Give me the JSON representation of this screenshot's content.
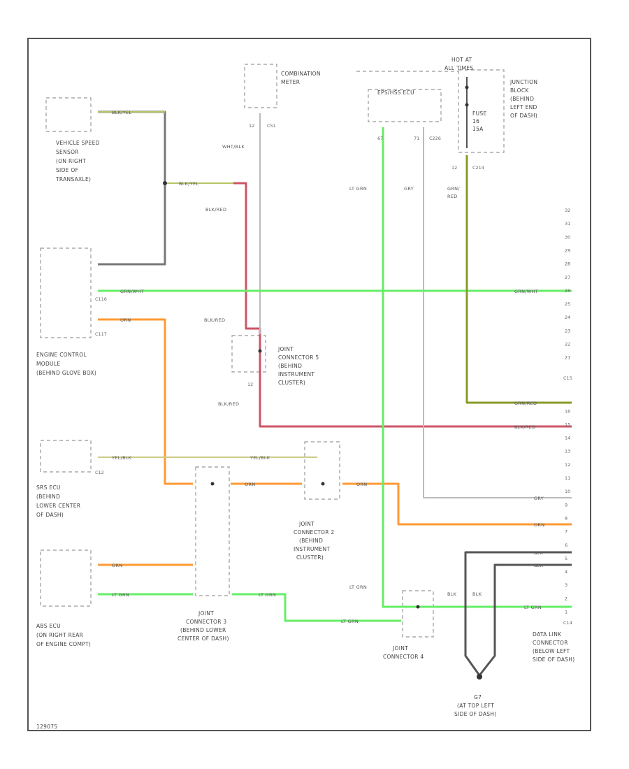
{
  "diagram_code": "129075",
  "components": {
    "vss": [
      "VEHICLE SPEED",
      "SENSOR",
      "(ON RIGHT",
      "SIDE OF",
      "TRANSAXLE)"
    ],
    "ecm": [
      "ENGINE CONTROL",
      "MODULE",
      "(BEHIND GLOVE BOX)"
    ],
    "srs": [
      "SRS ECU",
      "(BEHIND",
      "LOWER CENTER",
      "OF DASH)"
    ],
    "abs": [
      "ABS ECU",
      "(ON RIGHT REAR",
      "OF ENGINE COMPT)"
    ],
    "combination_meter": [
      "COMBINATION",
      "METER"
    ],
    "eps": "EPS/HSS ECU",
    "hot_at_all_times": [
      "HOT AT",
      "ALL TIMES"
    ],
    "junction_block": [
      "JUNCTION",
      "BLOCK",
      "(BEHIND",
      "LEFT END",
      "OF DASH)"
    ],
    "fuse": [
      "FUSE",
      "16",
      "15A"
    ],
    "jc5": [
      "JOINT",
      "CONNECTOR 5",
      "(BEHIND",
      "INSTRUMENT",
      "CLUSTER)"
    ],
    "jc2": [
      "JOINT",
      "CONNECTOR 2",
      "(BEHIND",
      "INSTRUMENT",
      "CLUSTER)"
    ],
    "jc3": [
      "JOINT",
      "CONNECTOR 3",
      "(BEHIND LOWER",
      "CENTER OF DASH)"
    ],
    "jc4": [
      "JOINT",
      "CONNECTOR 4"
    ],
    "dlc": [
      "DATA LINK",
      "CONNECTOR",
      "(BELOW LEFT",
      "SIDE OF DASH)"
    ],
    "ground": [
      "G7",
      "(AT TOP LEFT",
      "SIDE OF DASH)"
    ]
  },
  "connectors": {
    "ecm_c1": "C116",
    "ecm_c2": "C117",
    "srs": "C12",
    "meter": "C51",
    "eps": "C226",
    "jb": "C214",
    "dlc_top": "C15",
    "dlc_bottom": "C14",
    "meter_pin": "12",
    "eps_pin1": "67",
    "eps_pin2": "71",
    "jb_pin": "12",
    "jc5_pin": "12"
  },
  "wire_colors": {
    "blk_yel": "BLK/YEL",
    "blk_yel_2": "BLK/YEL",
    "blk_red": "BLK/RED",
    "wht_blk": "WHT/BLK",
    "grn_wht": "GRN/WHT",
    "grn_wht_dlc": "GRN/WHT",
    "orn": "ORN",
    "yel_blk": "YEL/BLK",
    "yel_blk_2": "YEL/BLK",
    "lt_grn": "LT GRN",
    "gry": "GRY",
    "grn_red": [
      "GRN/",
      "RED"
    ],
    "grn_red_dlc": "GRN/RED",
    "blk_red_dlc": "BLK/RED",
    "gry_dlc": "GRY",
    "orn_dlc": "ORN",
    "blk": "BLK",
    "lt_grn_dlc": "LT GRN"
  },
  "dlc_pins": [
    "32",
    "31",
    "30",
    "29",
    "28",
    "27",
    "26",
    "25",
    "24",
    "23",
    "22",
    "21",
    "",
    "",
    "",
    "16",
    "15",
    "14",
    "13",
    "12",
    "11",
    "10",
    "9",
    "8",
    "7",
    "6",
    "5",
    "4",
    "3",
    "2",
    "1"
  ],
  "colors": {
    "frame": "#555555",
    "green": "#66ff66",
    "orange": "#ff9933",
    "red": "#cc3333",
    "olive": "#99aa33",
    "gray": "#999999",
    "black": "#444444"
  }
}
